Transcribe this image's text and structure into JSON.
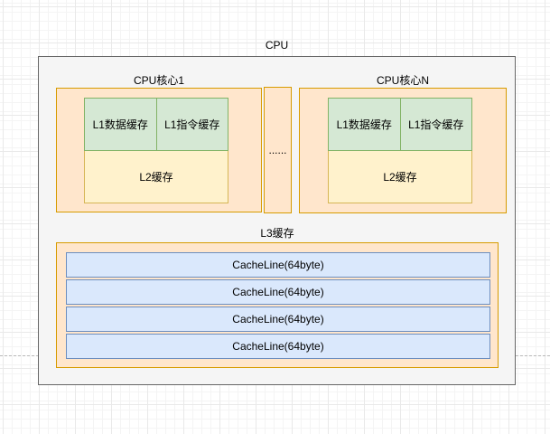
{
  "diagram": {
    "title": "CPU",
    "cores": [
      {
        "label": "CPU核心1",
        "l1_data_label": "L1数据缓存",
        "l1_inst_label": "L1指令缓存",
        "l2_label": "L2缓存"
      },
      {
        "label": "CPU核心N",
        "l1_data_label": "L1数据缓存",
        "l1_inst_label": "L1指令缓存",
        "l2_label": "L2缓存"
      }
    ],
    "ellipsis_label": "......",
    "l3": {
      "label": "L3缓存",
      "cache_lines": [
        "CacheLine(64byte)",
        "CacheLine(64byte)",
        "CacheLine(64byte)",
        "CacheLine(64byte)"
      ]
    },
    "colors": {
      "cpu_fill": "#F5F5F5",
      "cpu_stroke": "#666666",
      "core_fill": "#FFE6CC",
      "core_stroke": "#D79B00",
      "l1_fill": "#D5E8D4",
      "l1_stroke": "#82B366",
      "l2_fill": "#FFF2CC",
      "l2_stroke": "#D6B656",
      "cacheline_fill": "#DAE8FC",
      "cacheline_stroke": "#6C8EBF",
      "page_boundary_dash": "#B8B8B8"
    }
  }
}
